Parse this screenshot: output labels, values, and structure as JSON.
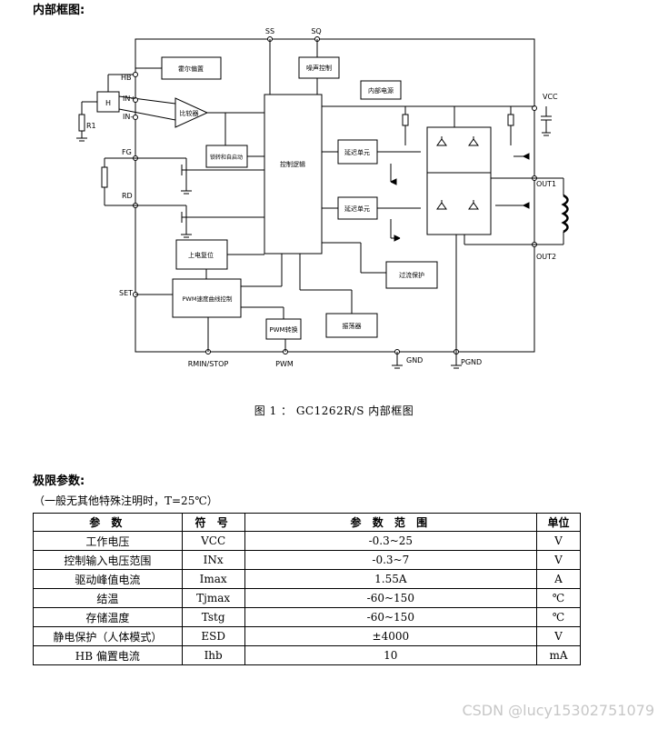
{
  "headings": {
    "block_diagram": "内部框图:",
    "limits": "极限参数:"
  },
  "diagram": {
    "pins": {
      "ss": "SS",
      "sq": "SQ",
      "hb": "HB",
      "in_plus": "IN+",
      "in_minus": "IN-",
      "fg": "FG",
      "rd": "RD",
      "set": "SET",
      "vcc": "VCC",
      "out1": "OUT1",
      "out2": "OUT2",
      "rmin_stop": "RMIN/STOP",
      "pwm": "PWM",
      "gnd": "GND",
      "pgnd": "PGND"
    },
    "components": {
      "r1": "R1",
      "h": "H"
    },
    "blocks": {
      "hall_bias": "霍尔偏置",
      "comparator": "比较器",
      "noise_control": "噪声控制",
      "internal_power": "内部电源",
      "lock_restart": "锁转和自启动",
      "control_logic": "控制逻辑",
      "delay_unit_1": "延迟单元",
      "delay_unit_2": "延迟单元",
      "power_on_reset": "上电复位",
      "overcurrent": "过流保护",
      "pwm_speed": "PWM速度曲线控制",
      "pwm_convert": "PWM转换",
      "oscillator": "振荡器"
    }
  },
  "caption": "图 1 ： GC1262R/S 内部框图",
  "note": "（一般无其他特殊注明时，T=25℃）",
  "table": {
    "headers": [
      "参 数",
      "符 号",
      "参 数 范 围",
      "单位"
    ],
    "rows": [
      [
        "工作电压",
        "VCC",
        "-0.3~25",
        "V"
      ],
      [
        "控制输入电压范围",
        "INx",
        "-0.3~7",
        "V"
      ],
      [
        "驱动峰值电流",
        "Imax",
        "1.55A",
        "A"
      ],
      [
        "结温",
        "Tjmax",
        "-60~150",
        "℃"
      ],
      [
        "存储温度",
        "Tstg",
        "-60~150",
        "℃"
      ],
      [
        "静电保护（人体模式）",
        "ESD",
        "±4000",
        "V"
      ],
      [
        "HB 偏置电流",
        "Ihb",
        "10",
        "mA"
      ]
    ]
  },
  "watermark": "CSDN @lucy15302751079"
}
